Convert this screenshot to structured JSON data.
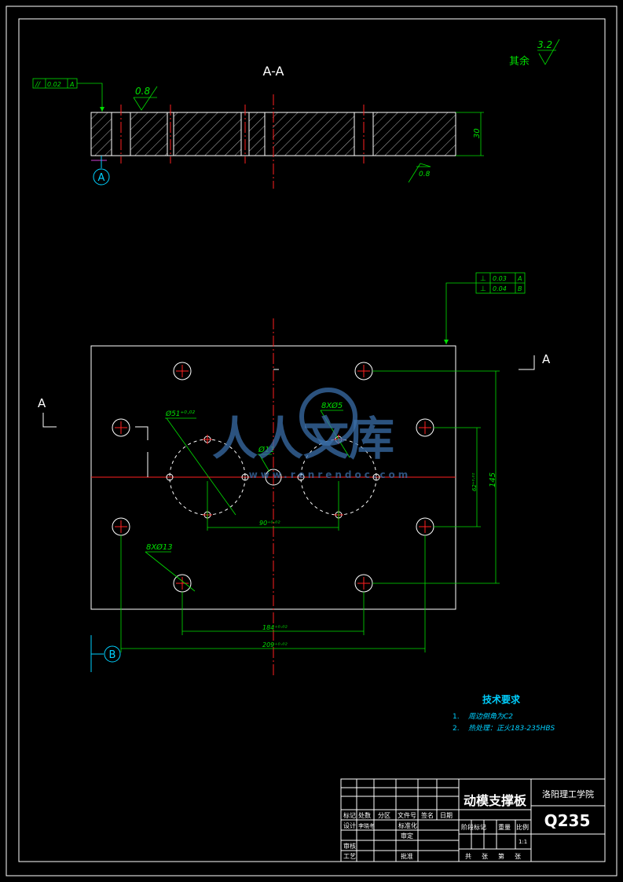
{
  "section_view": {
    "title": "A-A",
    "roughness_top": "0.8",
    "roughness_bottom": "0.8",
    "thickness_dim": "30",
    "datum": "A",
    "tolerance": {
      "symbol": "//",
      "value": "0.02",
      "datum": "A"
    }
  },
  "roughness_other": {
    "label": "其余",
    "value": "3.2"
  },
  "plan_view": {
    "section_marker_left": "A",
    "section_marker_right": "A",
    "datum": "B",
    "tolerances": [
      {
        "symbol": "⊥",
        "value": "0.03",
        "datum": "A"
      },
      {
        "symbol": "⊥",
        "value": "0.04",
        "datum": "B"
      }
    ],
    "dims": {
      "bolt_circle": "Ø51⁺⁰·⁰²",
      "small_holes": "8XØ5",
      "center_hole": "Ø11",
      "spacing_90": "90⁺⁰·⁰²",
      "large_holes": "8XØ13",
      "spacing_184": "184⁺⁰·⁰²",
      "spacing_209": "209⁺⁰·⁰²",
      "height_145": "145",
      "height_62": "62⁺⁰·⁰²"
    }
  },
  "tech_requirements": {
    "title": "技术要求",
    "items": [
      {
        "num": "1.",
        "text": "周边倒角为C2"
      },
      {
        "num": "2.",
        "text": "热处理：正火183-235HBS"
      }
    ]
  },
  "title_block": {
    "part_name": "动模支撑板",
    "school": "洛阳理工学院",
    "material": "Q235",
    "scale": "1:1",
    "col_labels": [
      "标记",
      "处数",
      "分区",
      "文件号",
      "签名",
      "日期"
    ],
    "row_labels": [
      "设计",
      "标准化",
      "审核",
      "工艺",
      "批准",
      "审定"
    ],
    "extra_labels": [
      "阶段标记",
      "重量",
      "比例"
    ],
    "sheet_labels": [
      "共",
      "张",
      "第",
      "张"
    ],
    "design_name": "李晓冬"
  },
  "watermark": {
    "text": "人人文库",
    "url": "www.renrendoc.com"
  }
}
